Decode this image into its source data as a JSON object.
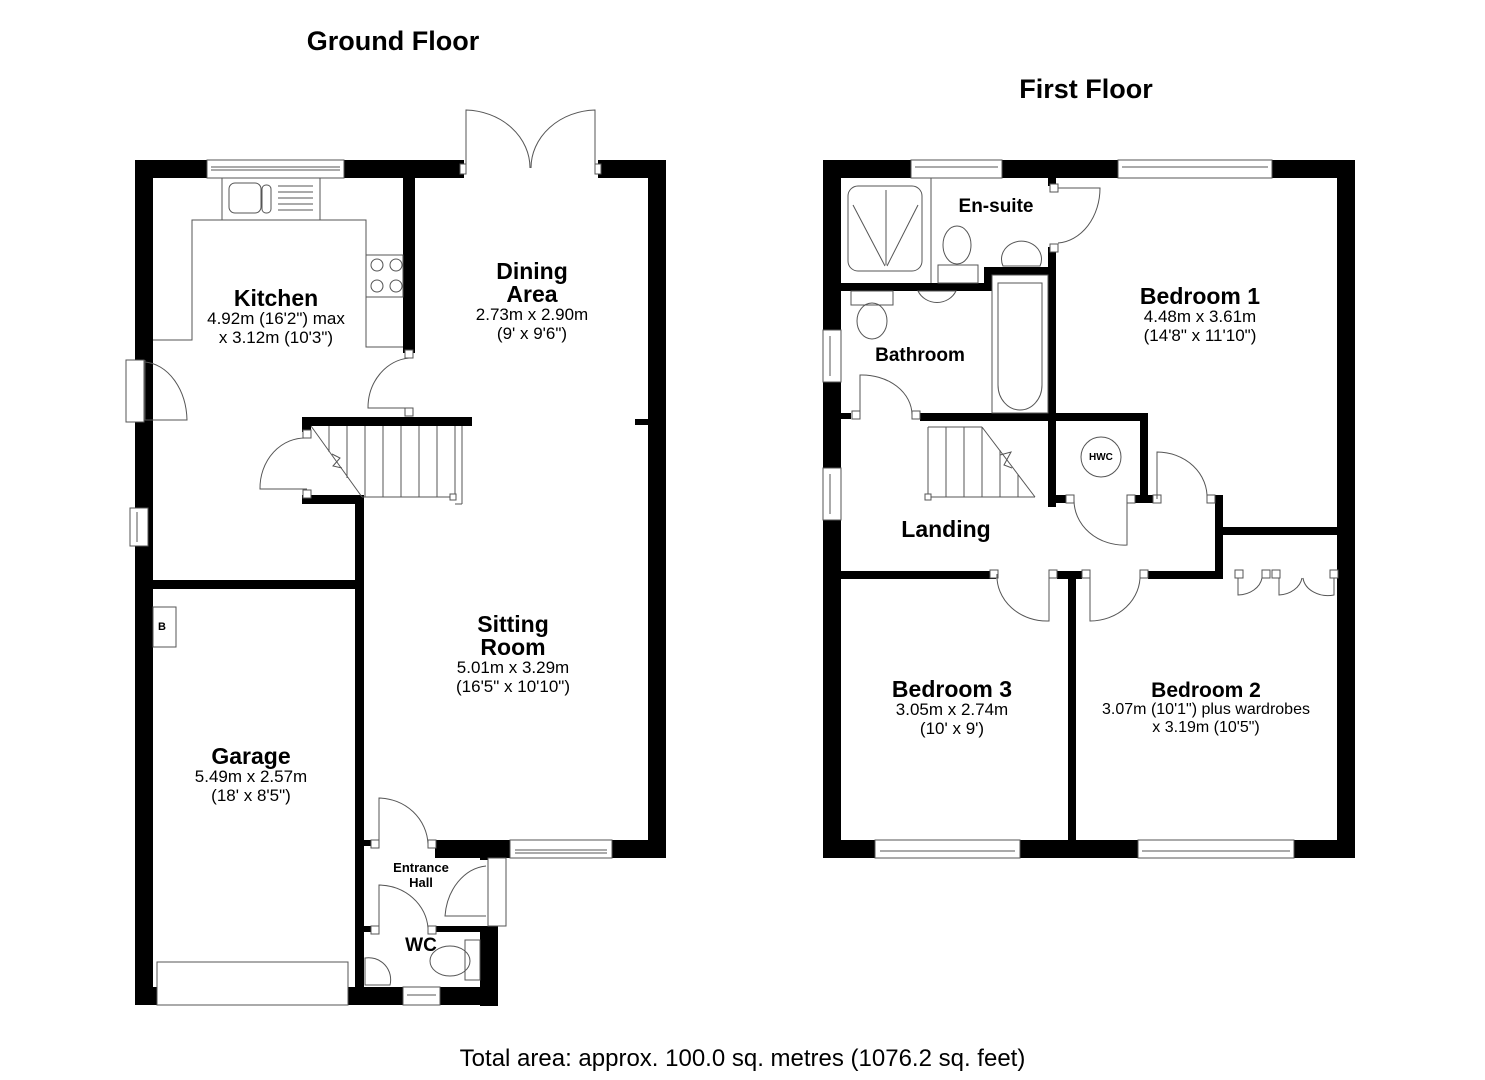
{
  "floors": {
    "ground": {
      "title": "Ground Floor",
      "rooms": {
        "kitchen": {
          "name": "Kitchen",
          "dim1": "4.92m (16'2\") max",
          "dim2": "x 3.12m (10'3\")"
        },
        "dining": {
          "name1": "Dining",
          "name2": "Area",
          "dim1": "2.73m x 2.90m",
          "dim2": "(9' x 9'6\")"
        },
        "sitting": {
          "name1": "Sitting",
          "name2": "Room",
          "dim1": "5.01m x 3.29m",
          "dim2": "(16'5\" x 10'10\")"
        },
        "garage": {
          "name": "Garage",
          "dim1": "5.49m x 2.57m",
          "dim2": "(18' x 8'5\")"
        },
        "entrance": {
          "name1": "Entrance",
          "name2": "Hall"
        },
        "wc": {
          "name": "WC"
        }
      },
      "boiler_tag": "B"
    },
    "first": {
      "title": "First Floor",
      "rooms": {
        "ensuite": {
          "name": "En-suite"
        },
        "bathroom": {
          "name": "Bathroom"
        },
        "bedroom1": {
          "name": "Bedroom 1",
          "dim1": "4.48m x 3.61m",
          "dim2": "(14'8\" x 11'10\")"
        },
        "landing": {
          "name": "Landing"
        },
        "bedroom2": {
          "name": "Bedroom 2",
          "dim1": "3.07m (10'1\") plus wardrobes",
          "dim2": "x 3.19m (10'5\")"
        },
        "bedroom3": {
          "name": "Bedroom 3",
          "dim1": "3.05m x 2.74m",
          "dim2": "(10' x 9')"
        }
      },
      "hwc_tag": "HWC"
    }
  },
  "footer": {
    "total_area": "Total area: approx. 100.0 sq. metres (1076.2 sq. feet)"
  }
}
